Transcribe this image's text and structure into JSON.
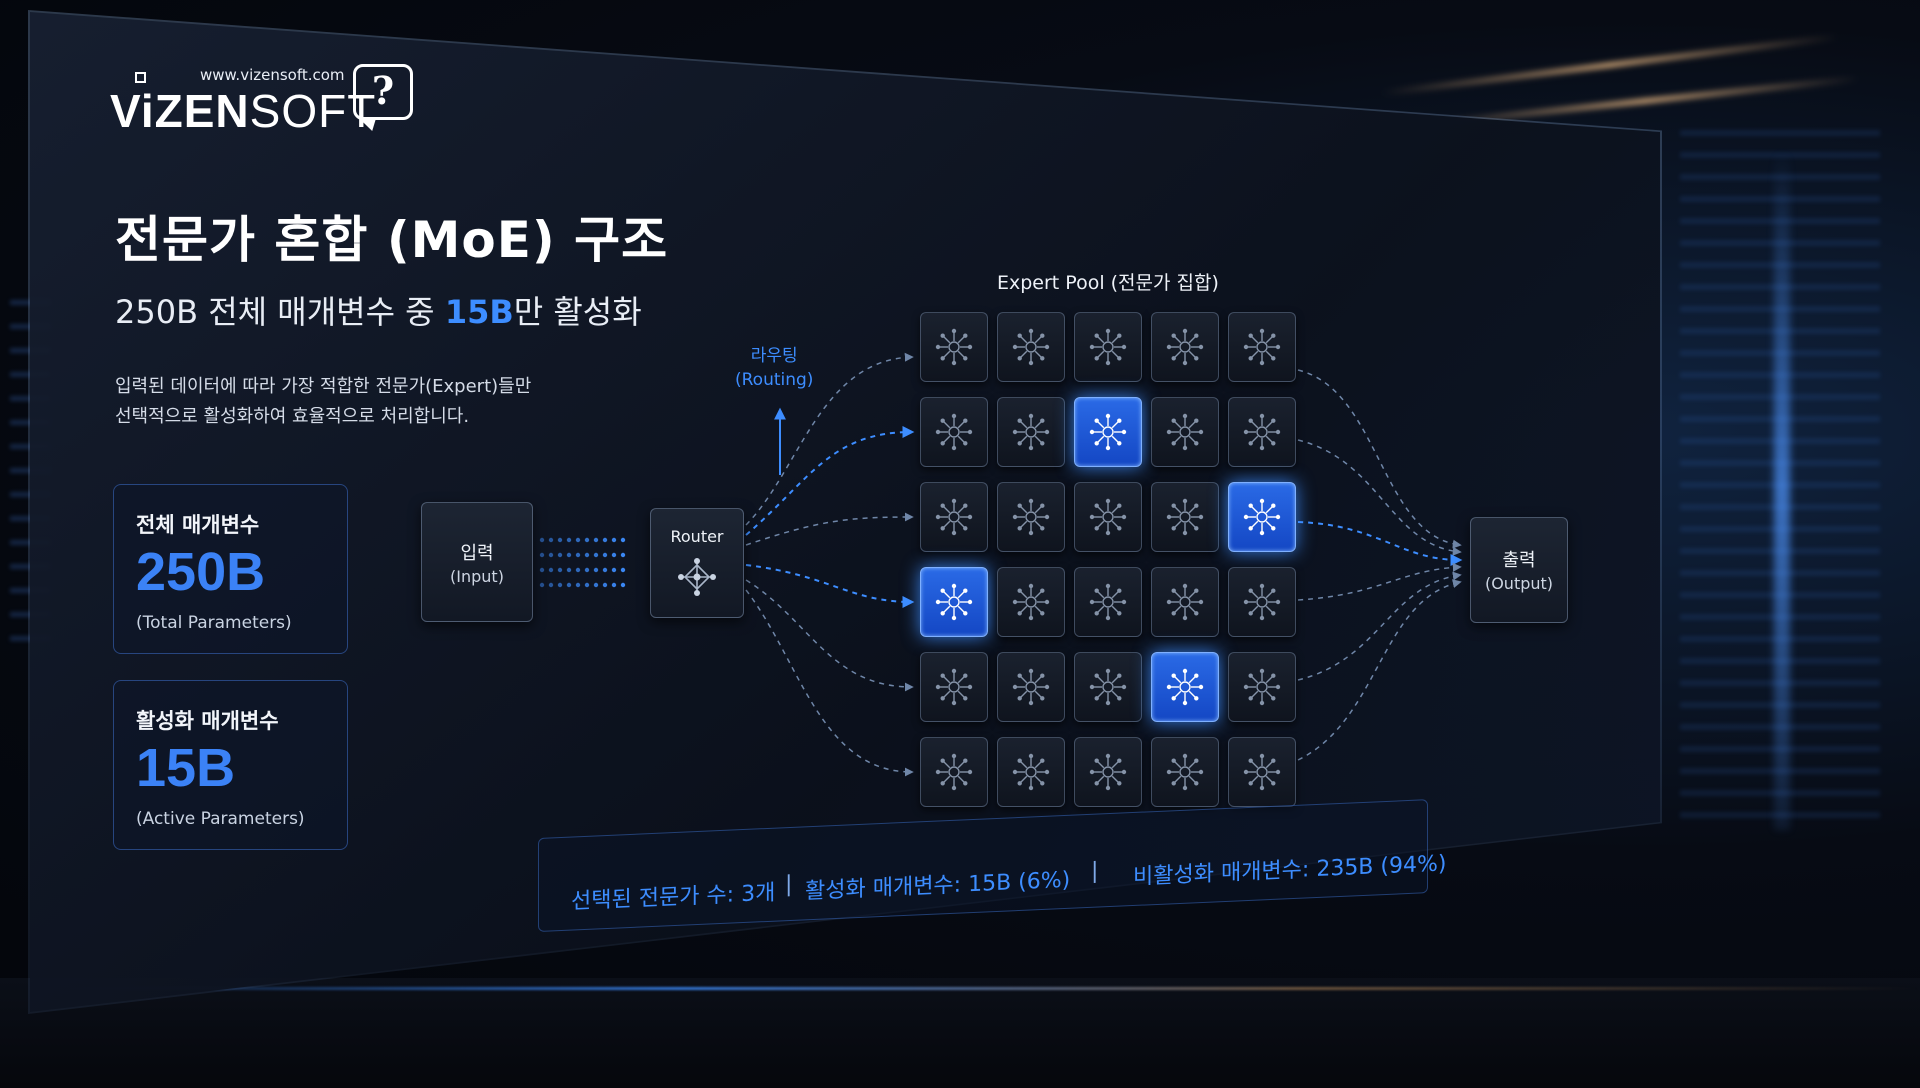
{
  "logo": {
    "url": "www.vizensoft.com",
    "brand_bold": "ViZEN",
    "brand_light": "SOFT",
    "bubble_glyph": "?"
  },
  "title": "전문가 혼합 (MoE) 구조",
  "subtitle": {
    "prefix": "250B 전체 매개변수 중 ",
    "highlight": "15B",
    "suffix": "만 활성화"
  },
  "description": [
    "입력된 데이터에 따라 가장 적합한 전문가(Expert)들만",
    "선택적으로 활성화하여 효율적으로 처리합니다."
  ],
  "stats": {
    "total": {
      "label": "전체 매개변수",
      "value": "250B",
      "english": "(Total Parameters)"
    },
    "active": {
      "label": "활성화 매개변수",
      "value": "15B",
      "english": "(Active Parameters)"
    }
  },
  "diagram": {
    "input": {
      "label": "입력",
      "english": "(Input)"
    },
    "router": {
      "label": "Router"
    },
    "routing": {
      "label": "라우팅",
      "english": "(Routing)"
    },
    "pool_title": "Expert Pool (전문가 집합)",
    "output": {
      "label": "출력",
      "english": "(Output)"
    },
    "grid_rows": 6,
    "grid_cols": 5,
    "active_cells": [
      [
        1,
        2
      ],
      [
        2,
        4
      ],
      [
        3,
        0
      ],
      [
        4,
        3
      ]
    ],
    "icon": "network-node-icon",
    "accent_color": "#3b82f6"
  },
  "footer": {
    "selected": "선택된 전문가 수: 3개",
    "active": "활성화 매개변수: 15B (6%)",
    "inactive": "비활성화 매개변수: 235B (94%)",
    "separator": "|"
  }
}
